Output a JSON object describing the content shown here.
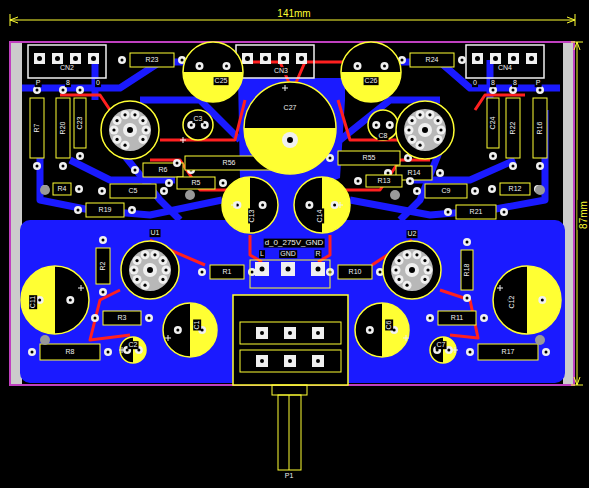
{
  "diagram": {
    "labels": [
      "141mm",
      "87mm",
      "CN2",
      "P",
      "8",
      "0",
      "CN3",
      "CN4",
      "0",
      "8",
      "8",
      "P",
      "R23",
      "C25",
      "C26",
      "R24",
      "R7",
      "R20",
      "C23",
      "C3",
      "C27",
      "C8",
      "C24",
      "R22",
      "R16",
      "R6",
      "R56",
      "R55",
      "R14",
      "R4",
      "C5",
      "R5",
      "R13",
      "C9",
      "R12",
      "R19",
      "C13",
      "C14",
      "R21",
      "U1",
      "U2",
      "d_0_275V_GND",
      "L",
      "GND",
      "R",
      "R2",
      "R1",
      "R10",
      "R18",
      "C11",
      "C12",
      "R3",
      "R11",
      "C1",
      "C6",
      "C2",
      "C7",
      "R8",
      "R17",
      "P1"
    ]
  }
}
